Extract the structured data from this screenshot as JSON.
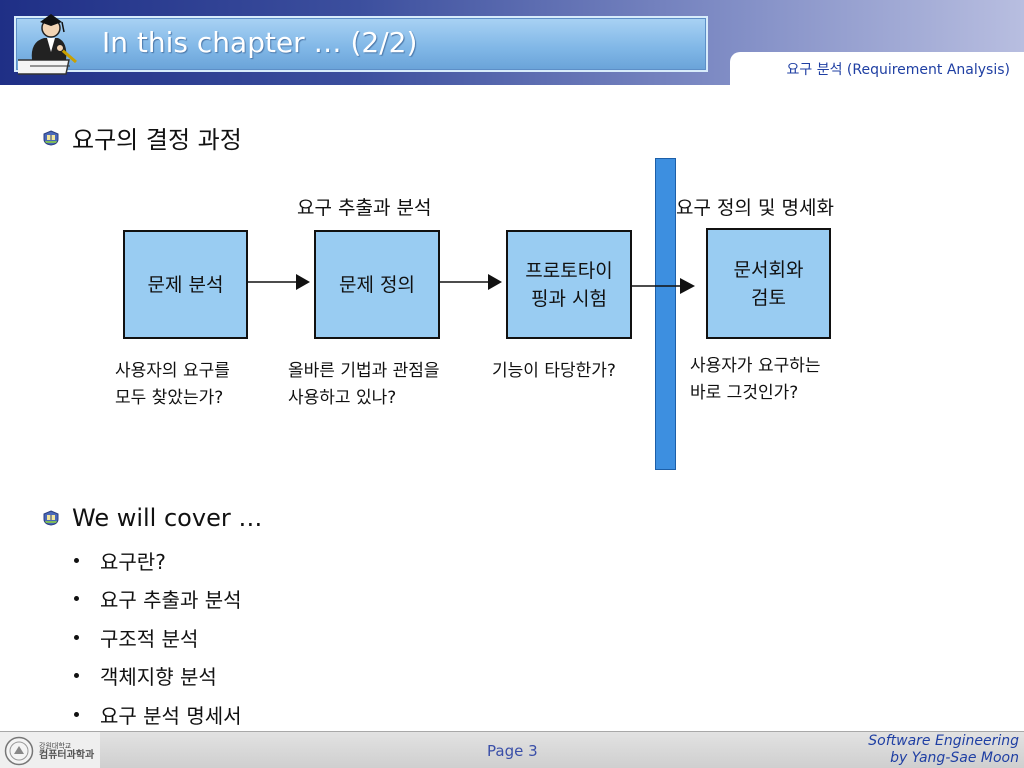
{
  "header": {
    "title": "In this chapter … (2/2)",
    "subtitle": "요구 분석 (Requirement Analysis)",
    "icon": "professor-at-desk-icon"
  },
  "section1": {
    "heading": "요구의 결정 과정",
    "icon": "school-emblem-bullet-icon"
  },
  "diagram": {
    "labels": {
      "extraction": "요구 추출과 분석",
      "definition": "요구 정의 및 명세화"
    },
    "boxes": [
      "문제 분석",
      "문제 정의",
      "프로토타이\n핑과 시험",
      "문서회와\n검토"
    ],
    "notes": [
      "사용자의 요구를\n모두 찾았는가?",
      "올바른 기법과 관점을\n사용하고 있나?",
      "기능이 타당한가?",
      "사용자가 요구하는\n바로 그것인가?"
    ],
    "colors": {
      "box_fill": "#99ccf2",
      "divider": "#3d8fe0"
    }
  },
  "section2": {
    "heading": "We will cover …",
    "icon": "school-emblem-bullet-icon",
    "items": [
      "요구란?",
      "요구 추출과 분석",
      "구조적 분석",
      "객체지향 분석",
      "요구 분석 명세서"
    ]
  },
  "footer": {
    "dept_line1": "강원대학교",
    "dept_line2": "컴퓨터과학과",
    "page": "Page 3",
    "credit_line1": "Software Engineering",
    "credit_line2": "by Yang-Sae Moon"
  }
}
